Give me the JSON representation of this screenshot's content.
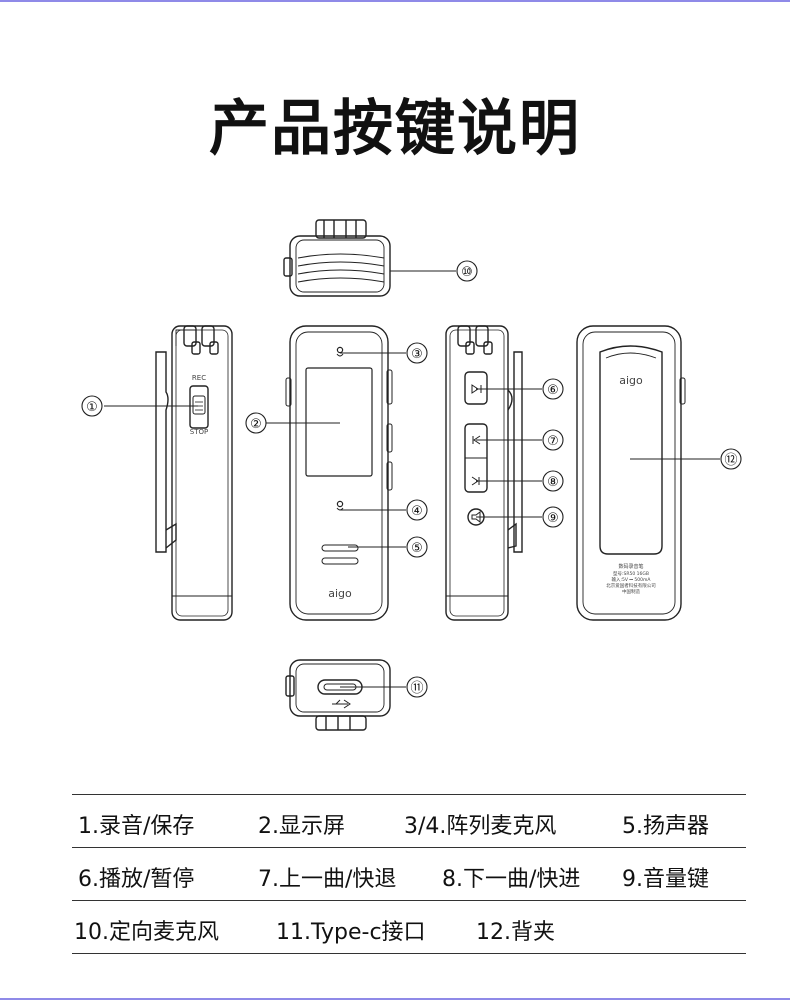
{
  "title": "产品按键说明",
  "callouts": {
    "c1": "①",
    "c2": "②",
    "c3": "③",
    "c4": "④",
    "c5": "⑤",
    "c6": "⑥",
    "c7": "⑦",
    "c8": "⑧",
    "c9": "⑨",
    "c10": "⑩",
    "c11": "⑪",
    "c12": "⑫"
  },
  "device_text": {
    "rec": "REC",
    "stop": "STOP",
    "brand": "aigo",
    "back_brand": "aigo",
    "back_label_line1": "数码录音笔",
    "back_label_line2": "型号:SR50  16GB",
    "back_label_line3": "输入:5V ⎓ 500mA",
    "back_label_line4": "北京爱国者科技有限公司",
    "back_label_line5": "中国制造"
  },
  "legend": {
    "row1": [
      "1.录音/保存",
      "2.显示屏",
      "3/4.阵列麦克风",
      "5.扬声器"
    ],
    "row2": [
      "6.播放/暂停",
      "7.上一曲/快退",
      "8.下一曲/快进",
      "9.音量键"
    ],
    "row3": [
      "10.定向麦克风",
      "11.Type-c接口",
      "12.背夹"
    ]
  }
}
